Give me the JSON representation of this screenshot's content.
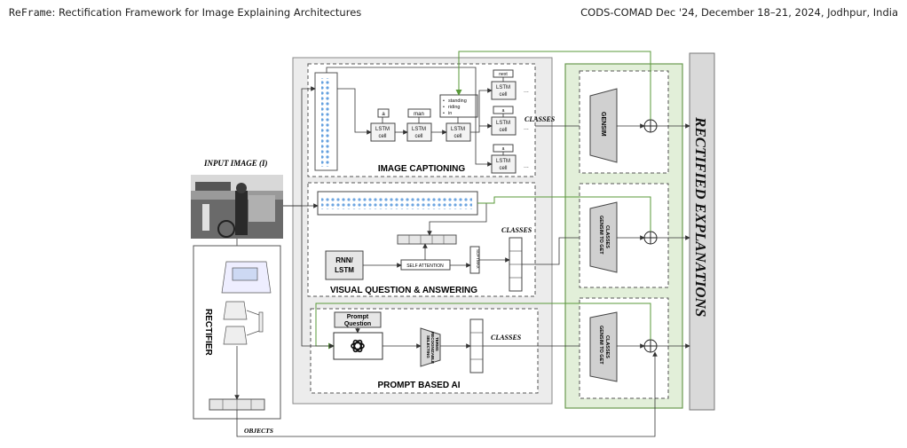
{
  "header": {
    "left_prefix": "ReFrame",
    "left_rest": ": Rectification Framework for Image Explaining Architectures",
    "right": "CODS-COMAD Dec '24, December 18–21, 2024, Jodhpur, India"
  },
  "figure": {
    "input_image_label": "INPUT IMAGE (I)",
    "rectifier_label": "RECTIFIER",
    "objects_label": "OBJECTS",
    "rectified_explanations_label": "RECTIFIED EXPLANATIONS",
    "image_captioning": {
      "title": "IMAGE CAPTIONING",
      "lstm_cell": "LSTM\ncell",
      "words": [
        "a",
        "man",
        "standing",
        "riding",
        "in"
      ],
      "next_words": [
        "next",
        "a",
        "a"
      ],
      "classes_label": "CLASSES",
      "ellipsis": "..."
    },
    "vqa": {
      "title": "VISUAL QUESTION & ANSWERING",
      "rnn": "RNN/\nLSTM",
      "self_attention": "SELF ATTENTION",
      "softmax": "SOFTMAX",
      "classes_label": "CLASSES"
    },
    "prompt": {
      "title": "PROMPT BASED AI",
      "prompt_question": "Prompt\nQuestion",
      "selecting": "SELECTING\nRECOGNIZABLE\nTERMS",
      "classes_label": "CLASSES"
    },
    "gensim": {
      "gensim_label": "GENSIM",
      "gensim_to_get": "GENSIM TO GET\nCLASSES"
    }
  }
}
